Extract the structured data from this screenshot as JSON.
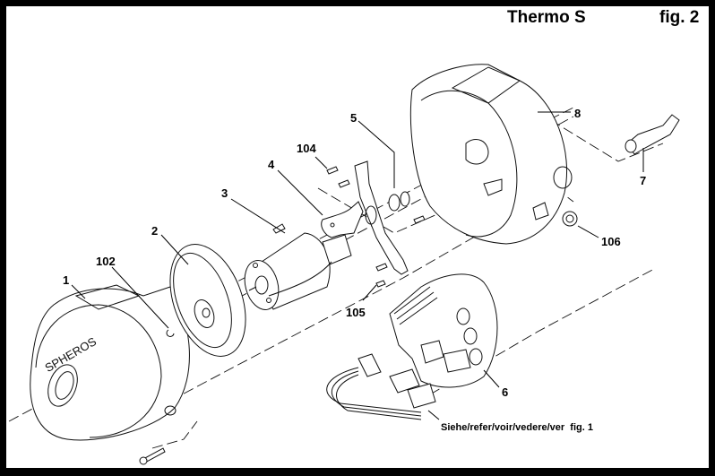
{
  "header": {
    "product_name": "Thermo S",
    "figure_number": "fig. 2"
  },
  "diagram": {
    "type": "exploded parts view",
    "brand_mark": "SPHEROS",
    "callouts": [
      {
        "id": "1",
        "label": "1"
      },
      {
        "id": "2",
        "label": "2"
      },
      {
        "id": "3",
        "label": "3"
      },
      {
        "id": "4",
        "label": "4"
      },
      {
        "id": "5",
        "label": "5"
      },
      {
        "id": "6",
        "label": "6"
      },
      {
        "id": "7",
        "label": "7"
      },
      {
        "id": "8",
        "label": "8"
      },
      {
        "id": "102",
        "label": "102"
      },
      {
        "id": "104",
        "label": "104"
      },
      {
        "id": "105",
        "label": "105"
      },
      {
        "id": "106",
        "label": "106"
      }
    ],
    "reference_note": "Siehe/refer/voir/vedere/ver  fig. 1"
  }
}
